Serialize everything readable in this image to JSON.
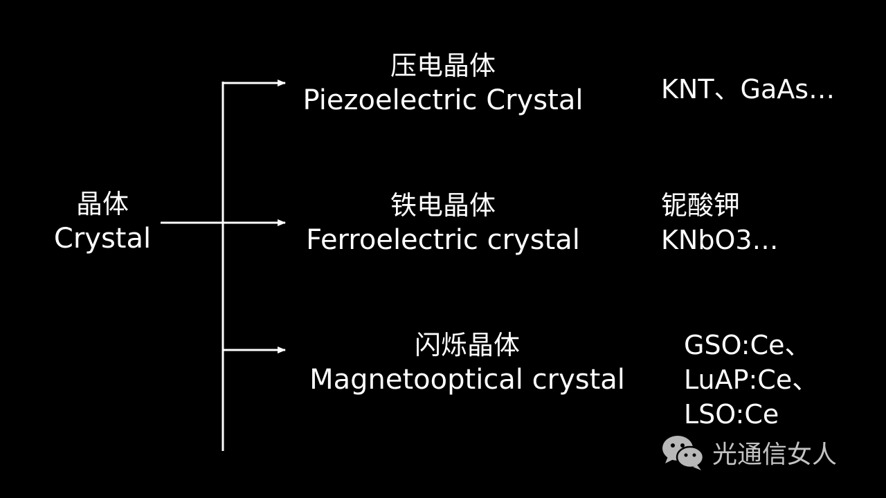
{
  "root": {
    "zh": "晶体",
    "en": "Crystal"
  },
  "branches": [
    {
      "zh": "压电晶体",
      "en": "Piezoelectric Crystal",
      "examples": [
        "KNT、GaAs…"
      ]
    },
    {
      "zh": "铁电晶体",
      "en": "Ferroelectric crystal",
      "examples": [
        "铌酸钾",
        "KNbO3…"
      ]
    },
    {
      "zh": "闪烁晶体",
      "en": "Magnetooptical crystal",
      "examples": [
        "GSO:Ce、",
        "LuAP:Ce、",
        "LSO:Ce"
      ]
    }
  ],
  "watermark": {
    "text": "光通信女人",
    "icon": "wechat-icon"
  },
  "colors": {
    "background": "#000000",
    "foreground": "#ffffff"
  }
}
